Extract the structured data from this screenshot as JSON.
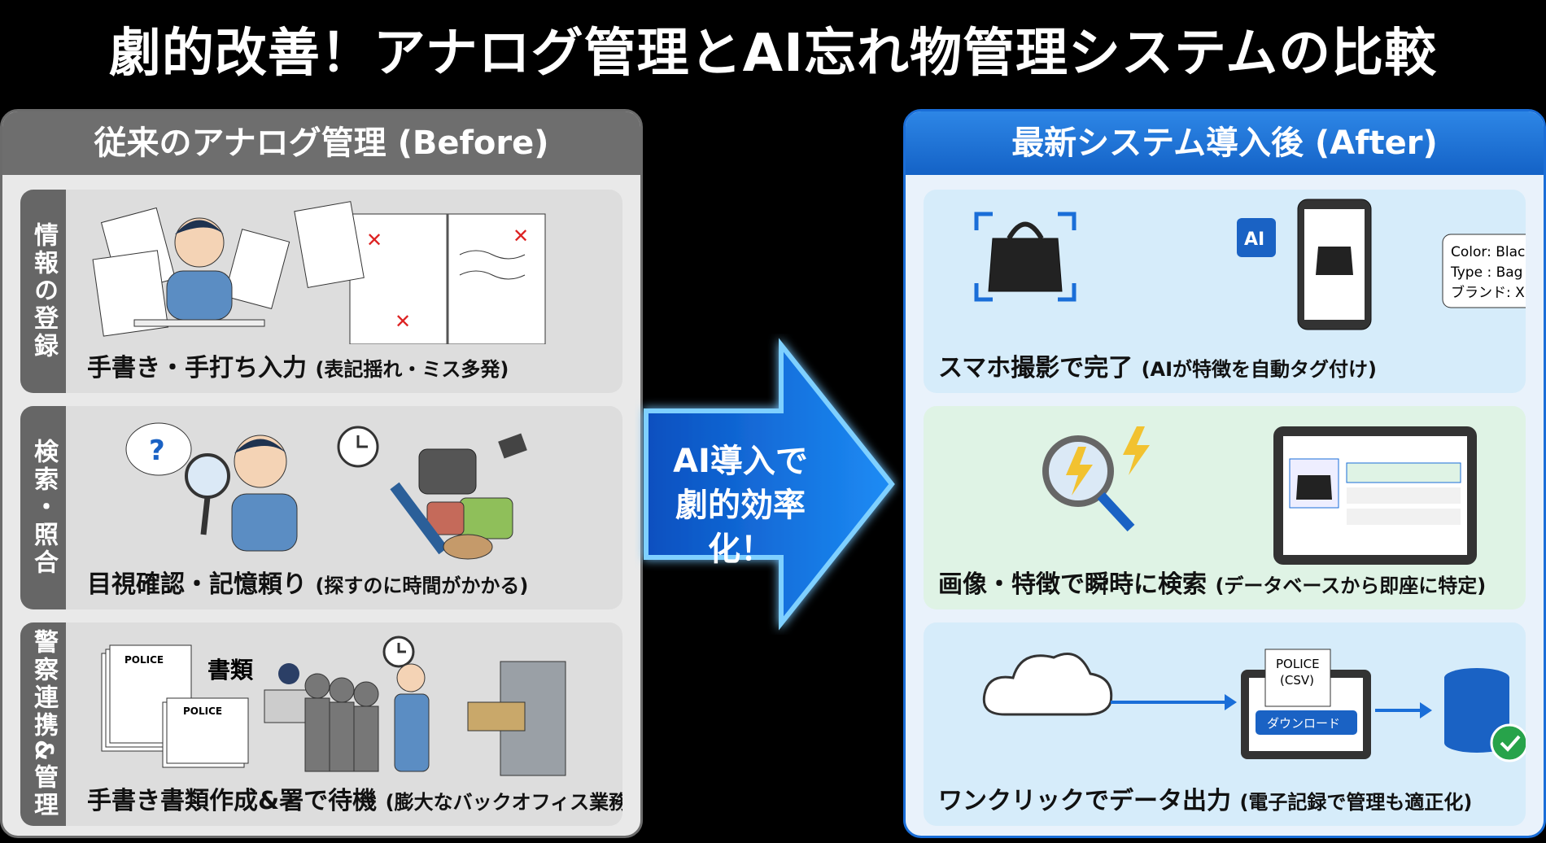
{
  "title": "劇的改善！アナログ管理とAI忘れ物管理システムの比較",
  "before": {
    "header": "従来のアナログ管理 (Before)",
    "rows": [
      {
        "side": "情報の登録",
        "caption": "手書き・手打ち入力",
        "note": "(表記揺れ・ミス多発)"
      },
      {
        "side": "検索・照合",
        "caption": "目視確認・記憶頼り",
        "note": "(探すのに時間がかかる)"
      },
      {
        "side": "警察連携&管理",
        "caption": "手書き書類作成&署で待機",
        "note": "(膨大なバックオフィス業務)"
      }
    ],
    "labels": {
      "documents": "書類",
      "police1": "POLICE",
      "police2": "POLICE",
      "question": "?"
    }
  },
  "arrow": {
    "line1": "AI導入で",
    "line2": "劇的効率化！"
  },
  "after": {
    "header": "最新システム導入後 (After)",
    "rows": [
      {
        "caption": "スマホ撮影で完了",
        "note": "(AIが特徴を自動タグ付け)"
      },
      {
        "caption": "画像・特徴で瞬時に検索",
        "note": "(データベースから即座に特定)"
      },
      {
        "caption": "ワンクリックでデータ出力",
        "note": "(電子記録で管理も適正化)"
      }
    ],
    "ai_chip": "AI",
    "tags": [
      "Color: Black",
      "Type : Bag",
      "ブランド: X"
    ],
    "police_doc": [
      "POLICE",
      "(CSV)"
    ],
    "download_button": "ダウンロード"
  }
}
